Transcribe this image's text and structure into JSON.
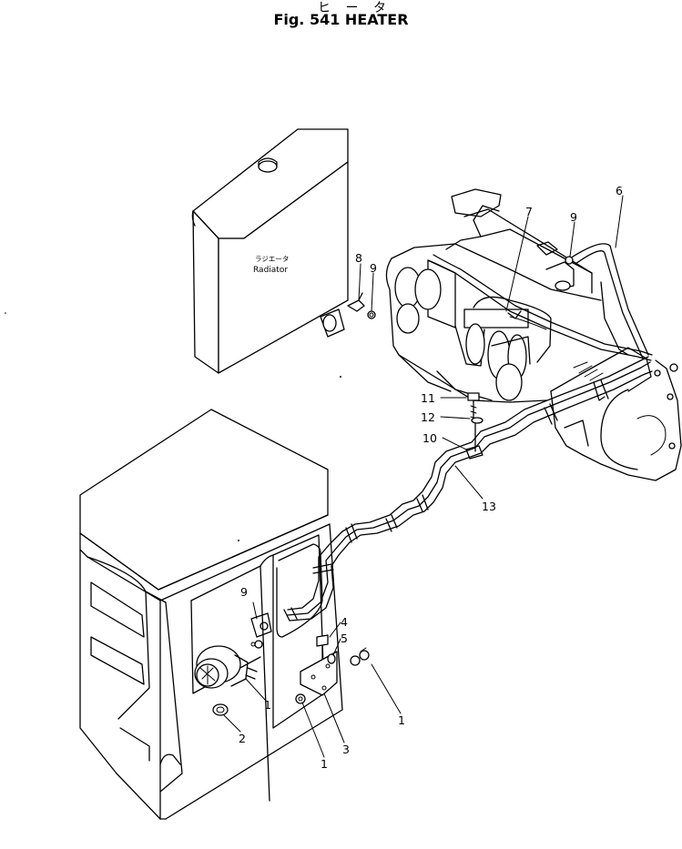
{
  "title": {
    "japanese": "ヒ ー タ",
    "english": "Fig. 541  HEATER"
  },
  "radiator_label": {
    "japanese": "ラジエータ",
    "english": "Radiator"
  },
  "callouts": {
    "c1a": "1",
    "c1b": "1",
    "c1c": "1",
    "c2": "2",
    "c3": "3",
    "c4": "4",
    "c5": "5",
    "c6": "6",
    "c7": "7",
    "c8": "8",
    "c9a": "9",
    "c9b": "9",
    "c9c": "9",
    "c10": "10",
    "c11": "11",
    "c12": "12",
    "c13": "13"
  }
}
